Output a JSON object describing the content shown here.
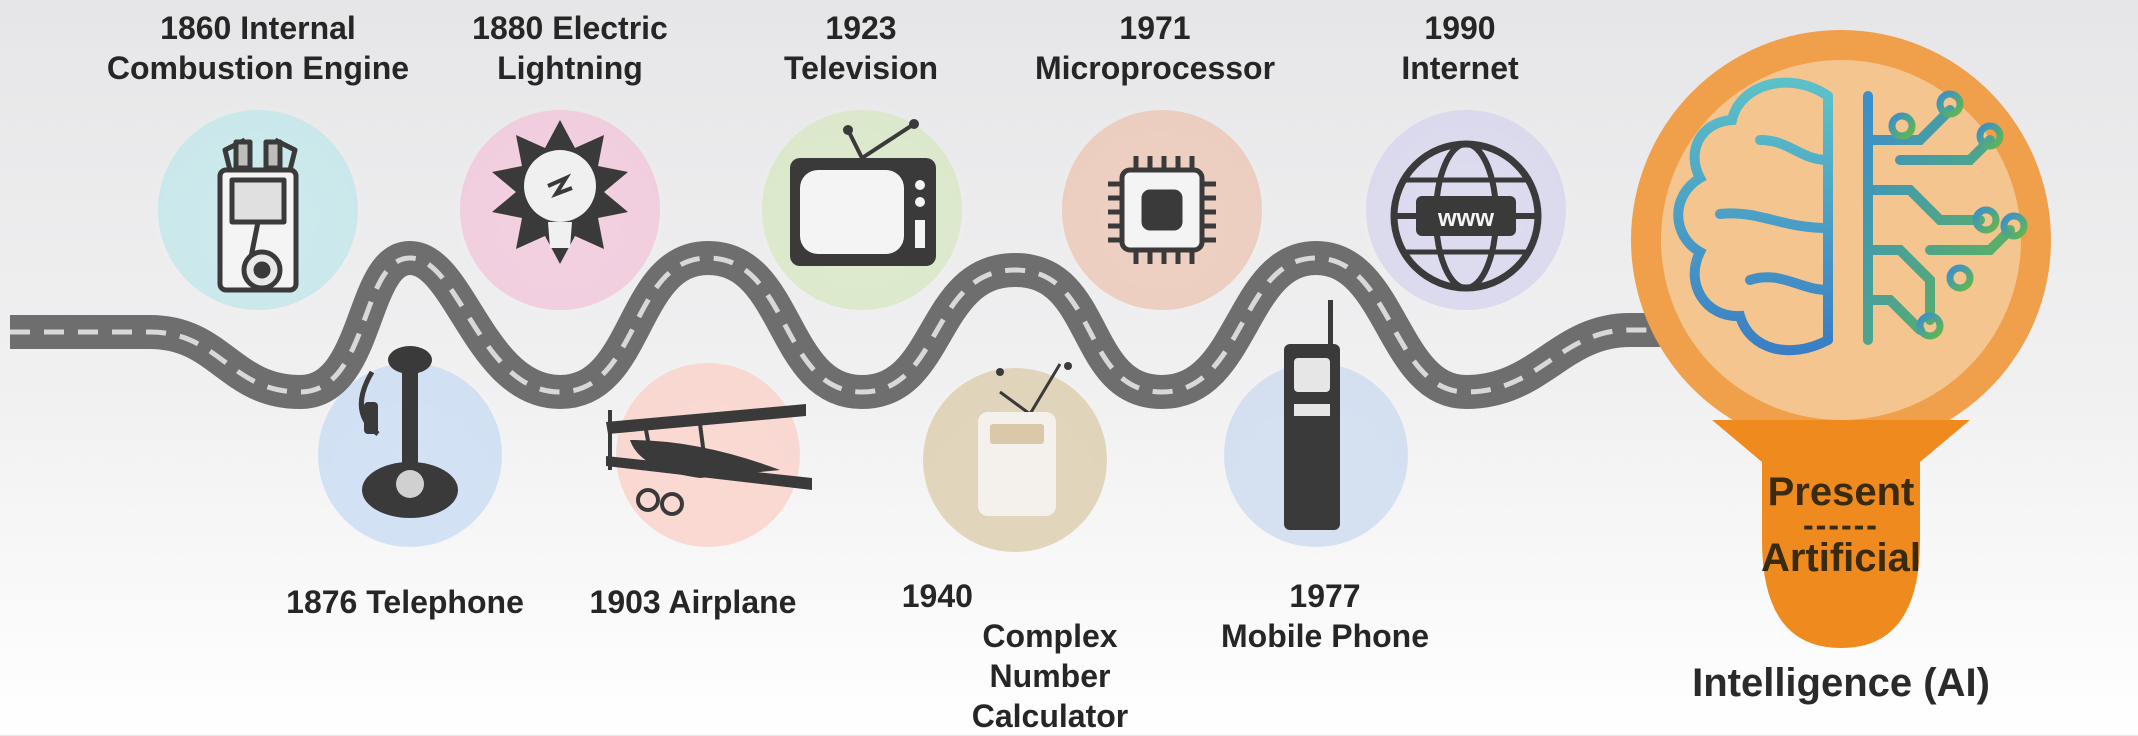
{
  "milestones": [
    {
      "year": "1860",
      "name": "Internal",
      "name2": "Combustion Engine",
      "icon": "engine-icon",
      "color": "#bfe6ea"
    },
    {
      "year": "1876",
      "name": "Telephone",
      "icon": "telephone-icon",
      "color": "#c5d9f1"
    },
    {
      "year": "1880",
      "name": "Electric",
      "name2": "Lightning",
      "icon": "lightbulb-icon",
      "color": "#f2c4da"
    },
    {
      "year": "1903",
      "name": "Airplane",
      "icon": "airplane-icon",
      "color": "#f9cfc6"
    },
    {
      "year": "1923",
      "name": "Television",
      "icon": "television-icon",
      "color": "#d6e7c0"
    },
    {
      "year": "1940",
      "name": "Complex",
      "name2": "Number",
      "name3": "Calculator",
      "icon": "calculator-icon",
      "color": "#d9c9a8"
    },
    {
      "year": "1971",
      "name": "Microprocessor",
      "icon": "microprocessor-icon",
      "color": "#ecc4b2"
    },
    {
      "year": "1977",
      "name": "Mobile Phone",
      "icon": "mobile-phone-icon",
      "color": "#c9d9ef"
    },
    {
      "year": "1990",
      "name": "Internet",
      "icon": "globe-www-icon",
      "color": "#d6d3ec"
    }
  ],
  "present": {
    "label": "Present",
    "dashes": "------",
    "ai_line1": "Artificial",
    "ai_line2": "Intelligence (AI)",
    "icon": "brain-circuit-icon",
    "bulb_outer_color": "#f0a04a",
    "bulb_inner_color": "#f5c58f",
    "base_color": "#ee8a1e"
  },
  "road": {
    "asphalt_color": "#6e6e6e",
    "lane_color": "#d8d8d8"
  },
  "www_text": "www"
}
